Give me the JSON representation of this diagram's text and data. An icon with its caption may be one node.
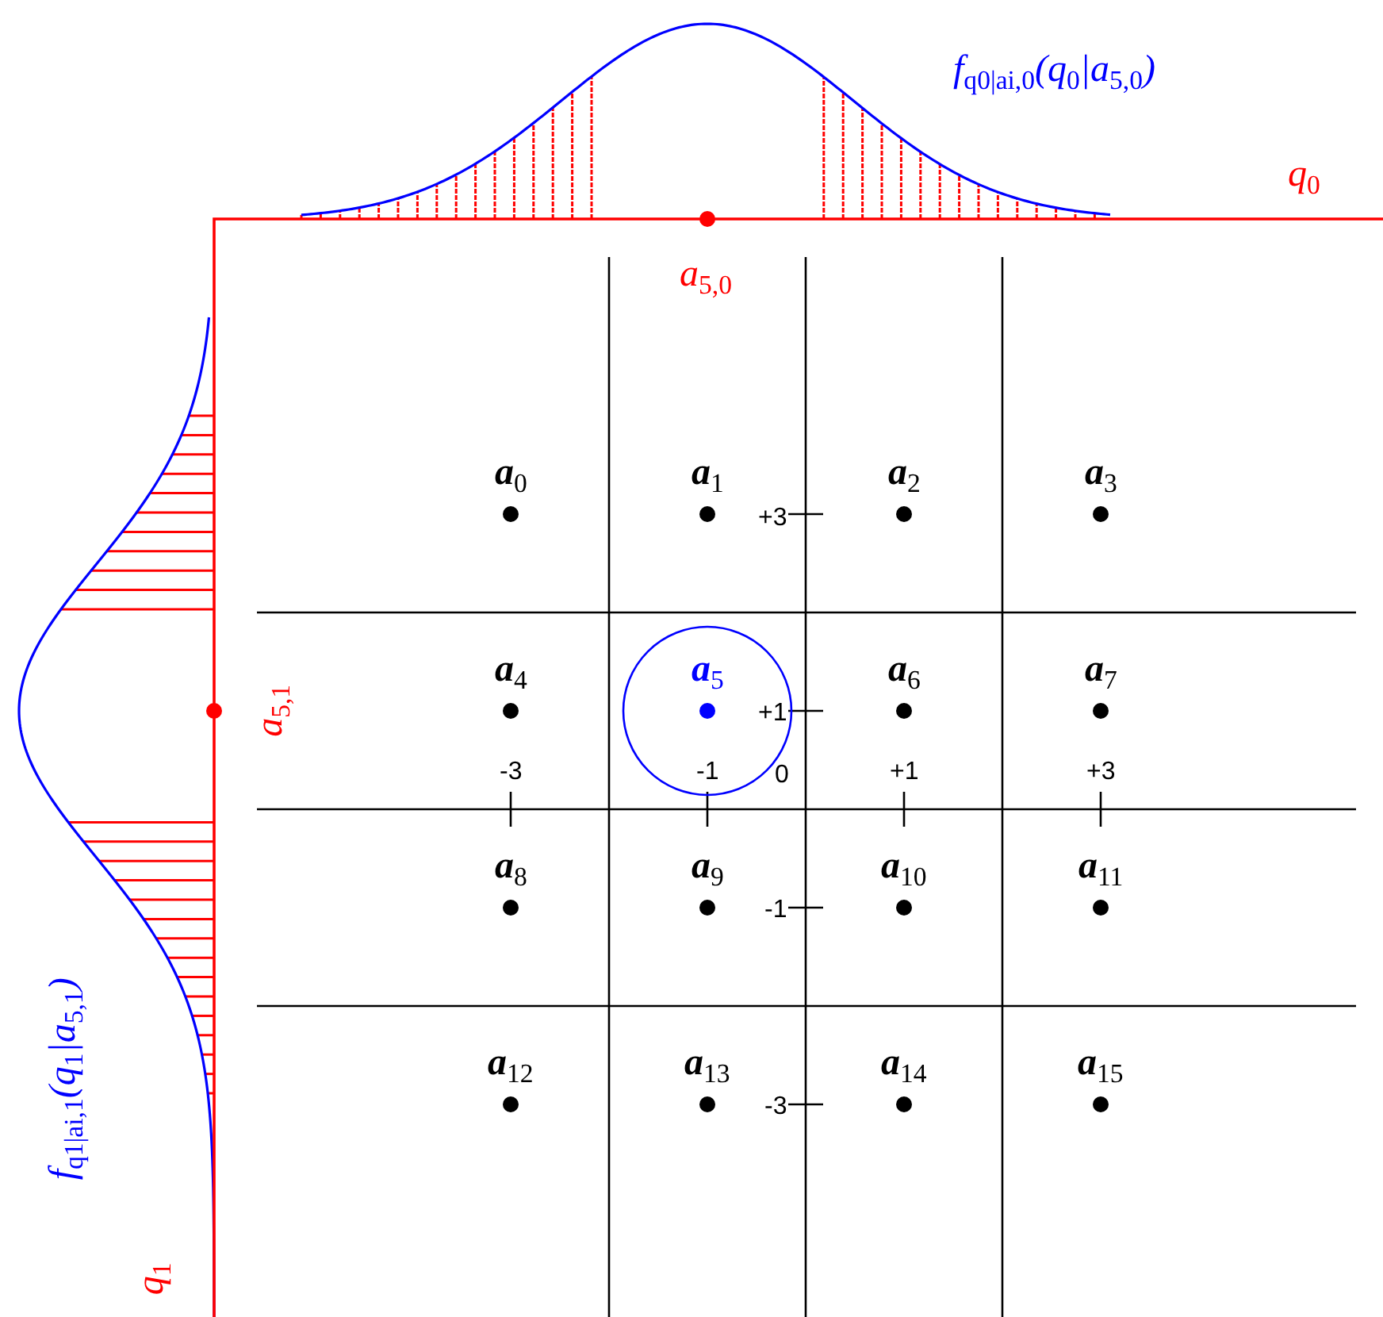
{
  "diagram": {
    "labels": [
      "f$_{q0|ai,0}$(q$_{0}$|a$_{5,0}$)",
      "q$_{0}$",
      "a$_{5,0}$",
      "a$_{0}$",
      "a$_{1}$",
      "a$_{2}$",
      "a$_{3}$",
      "+3",
      "a$_{4}$",
      "a$_{5}$",
      "a$_{6}$",
      "a$_{7}$",
      "a$_{5,1}$",
      "+1",
      "-3",
      "-1",
      "0",
      "+1",
      "+3",
      "a$_{8}$",
      "a$_{9}$",
      "-1",
      "a$_{10}$",
      "a$_{11}$",
      "a$_{12}$",
      "a$_{13}$",
      "a$_{14}$",
      "a$_{15}$",
      "-3",
      "f$_{q1|ai,1}$(q$_{1}$|a$_{5,1}$)",
      "q$_{1}$"
    ]
  }
}
